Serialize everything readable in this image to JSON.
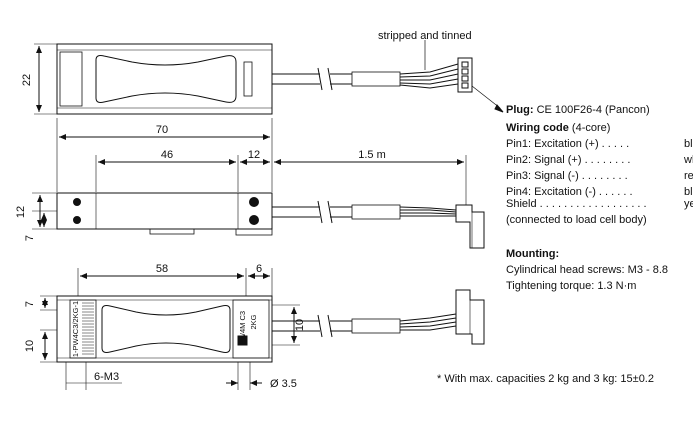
{
  "labels": {
    "stripped": "stripped and tinned",
    "dim_22": "22",
    "dim_70": "70",
    "dim_46": "46",
    "dim_12_top": "12",
    "dim_1_5m": "1.5 m",
    "dim_12_left": "12",
    "dim_7_mid": "7",
    "dim_58": "58",
    "dim_6": "6",
    "dim_7_bottom": "7",
    "dim_10_left": "10",
    "dim_10_right": "10",
    "thread_6m3": "6-M3",
    "dia_3_5": "Ø 3.5",
    "cell_vertical_text": "1-PW4C3/2KG-1",
    "cell_label_top": "PW4M C3",
    "cell_label_mid": "2KG"
  },
  "spec": {
    "plug_label": "Plug:",
    "plug_value": "CE 100F26-4 (Pancon)",
    "wiring_label": "Wiring code",
    "wiring_value": "(4-core)",
    "pins": [
      {
        "name": "Pin1: Excitation (+)  . . . . .",
        "color": "blue"
      },
      {
        "name": "Pin2: Signal (+)  . . . . . . . .",
        "color": "white"
      },
      {
        "name": "Pin3: Signal (-)  . . . . . . . .",
        "color": "red"
      },
      {
        "name": "Pin4: Excitation (-)  . . . . . .",
        "color": "black"
      },
      {
        "name": "Shield . . . . . . . . . . . . . . . . . .",
        "color": "yellow"
      }
    ],
    "shield_note": "(connected to load cell body)",
    "mounting_label": "Mounting:",
    "mounting_screws": "Cylindrical head screws: M3 - 8.8",
    "mounting_torque": "Tightening torque: 1.3 N·m",
    "footnote": "* With max. capacities 2 kg and 3 kg: 15±0.2"
  }
}
